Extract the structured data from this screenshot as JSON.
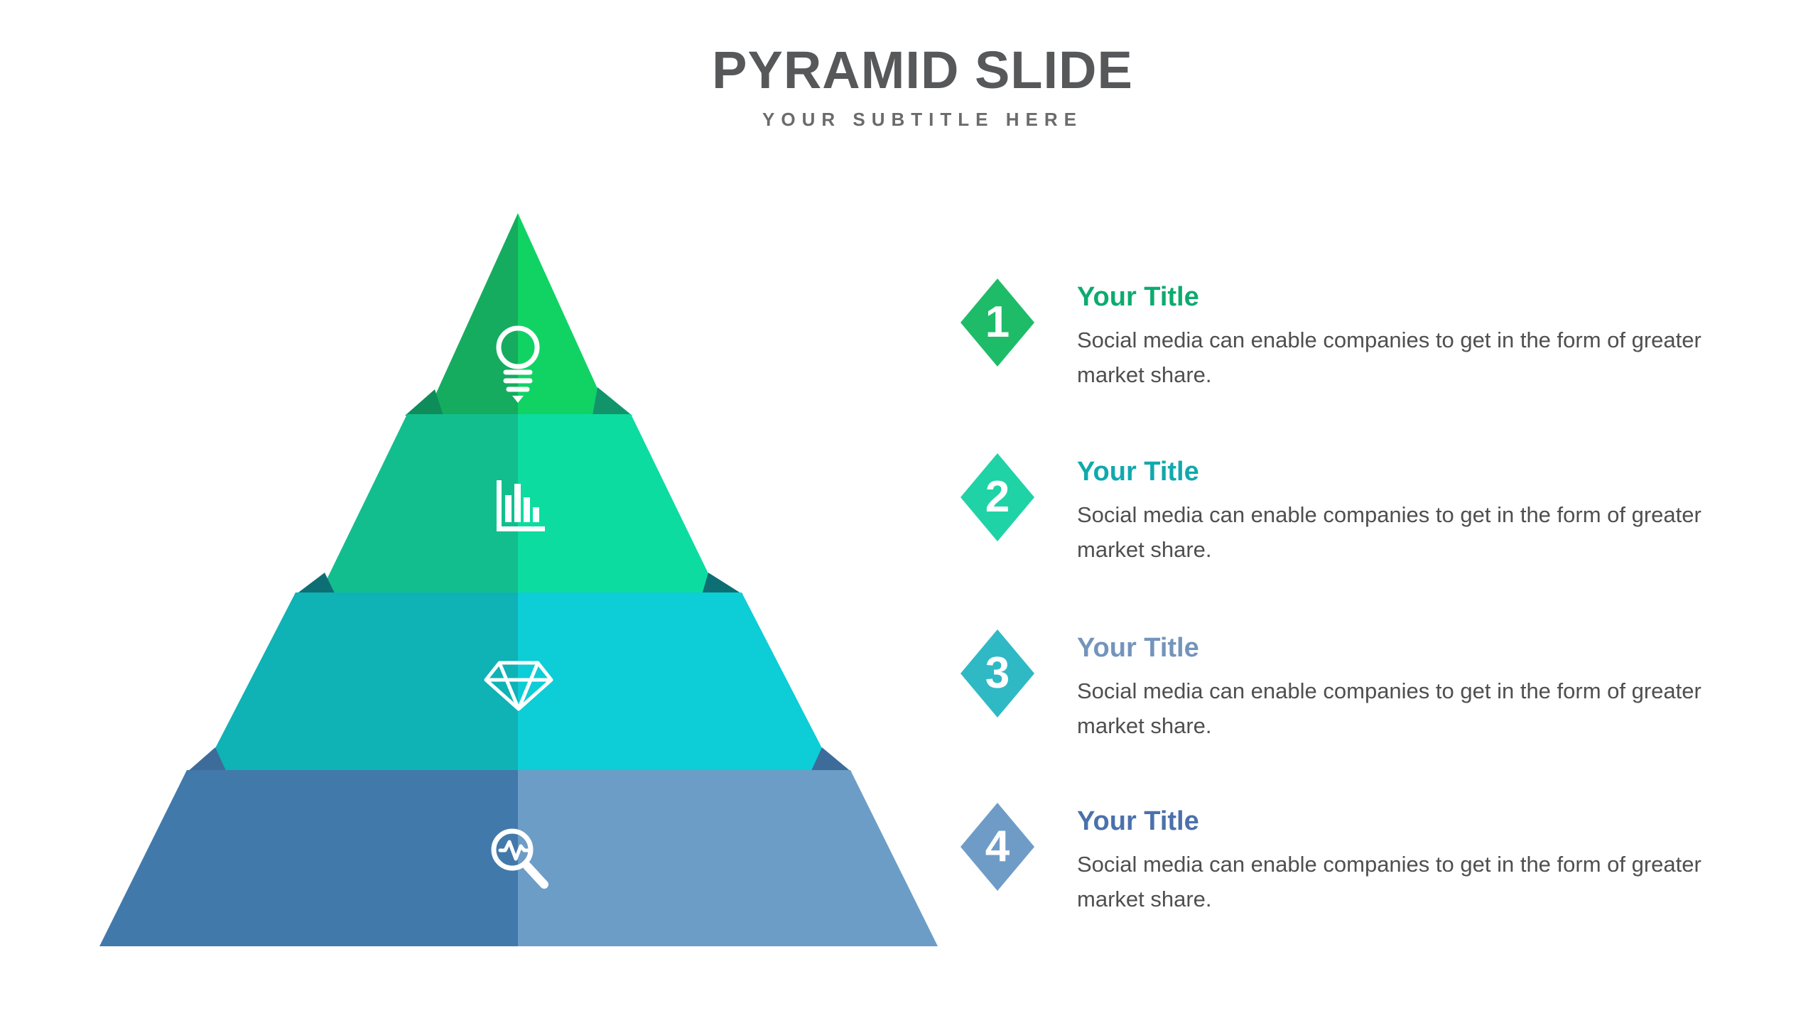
{
  "header": {
    "title": "PYRAMID SLIDE",
    "subtitle": "YOUR SUBTITLE HERE",
    "title_color": "#57585A",
    "subtitle_color": "#6B6B6B"
  },
  "pyramid": {
    "tiers": [
      {
        "level": 1,
        "icon": "lightbulb-icon",
        "color_left": "#15AC5F",
        "color_right": "#10D364"
      },
      {
        "level": 2,
        "icon": "bar-chart-icon",
        "color_left": "#13BE8E",
        "color_right": "#0CDCA0"
      },
      {
        "level": 3,
        "icon": "gem-icon",
        "color_left": "#0FB2B5",
        "color_right": "#0DCDD6"
      },
      {
        "level": 4,
        "icon": "magnifier-chart-icon",
        "color_left": "#4279AB",
        "color_right": "#6C9DC6"
      }
    ],
    "folds": {
      "j1_left": "#0E8C5A",
      "j1_right": "#12946B",
      "j2_left": "#0D6F74",
      "j2_right": "#0D6F74",
      "j3_left": "#3D6C9B",
      "j3_right": "#3D6C9B"
    }
  },
  "items": [
    {
      "number": "1",
      "badge_color": "#1EBC68",
      "title": "Your Title",
      "title_color": "#0CAB6F",
      "description": "Social media can enable companies to get in the form of greater market share."
    },
    {
      "number": "2",
      "badge_color": "#1FD3A6",
      "title": "Your Title",
      "title_color": "#10A9AD",
      "description": "Social media can enable companies to get in the form of greater market share."
    },
    {
      "number": "3",
      "badge_color": "#2FB9C5",
      "title": "Your Title",
      "title_color": "#7394BC",
      "description": "Social media can enable companies to get in the form of greater market share."
    },
    {
      "number": "4",
      "badge_color": "#6F9CC7",
      "title": "Your Title",
      "title_color": "#4A71AC",
      "description": "Social media can enable companies to get in the form of greater market share."
    }
  ]
}
